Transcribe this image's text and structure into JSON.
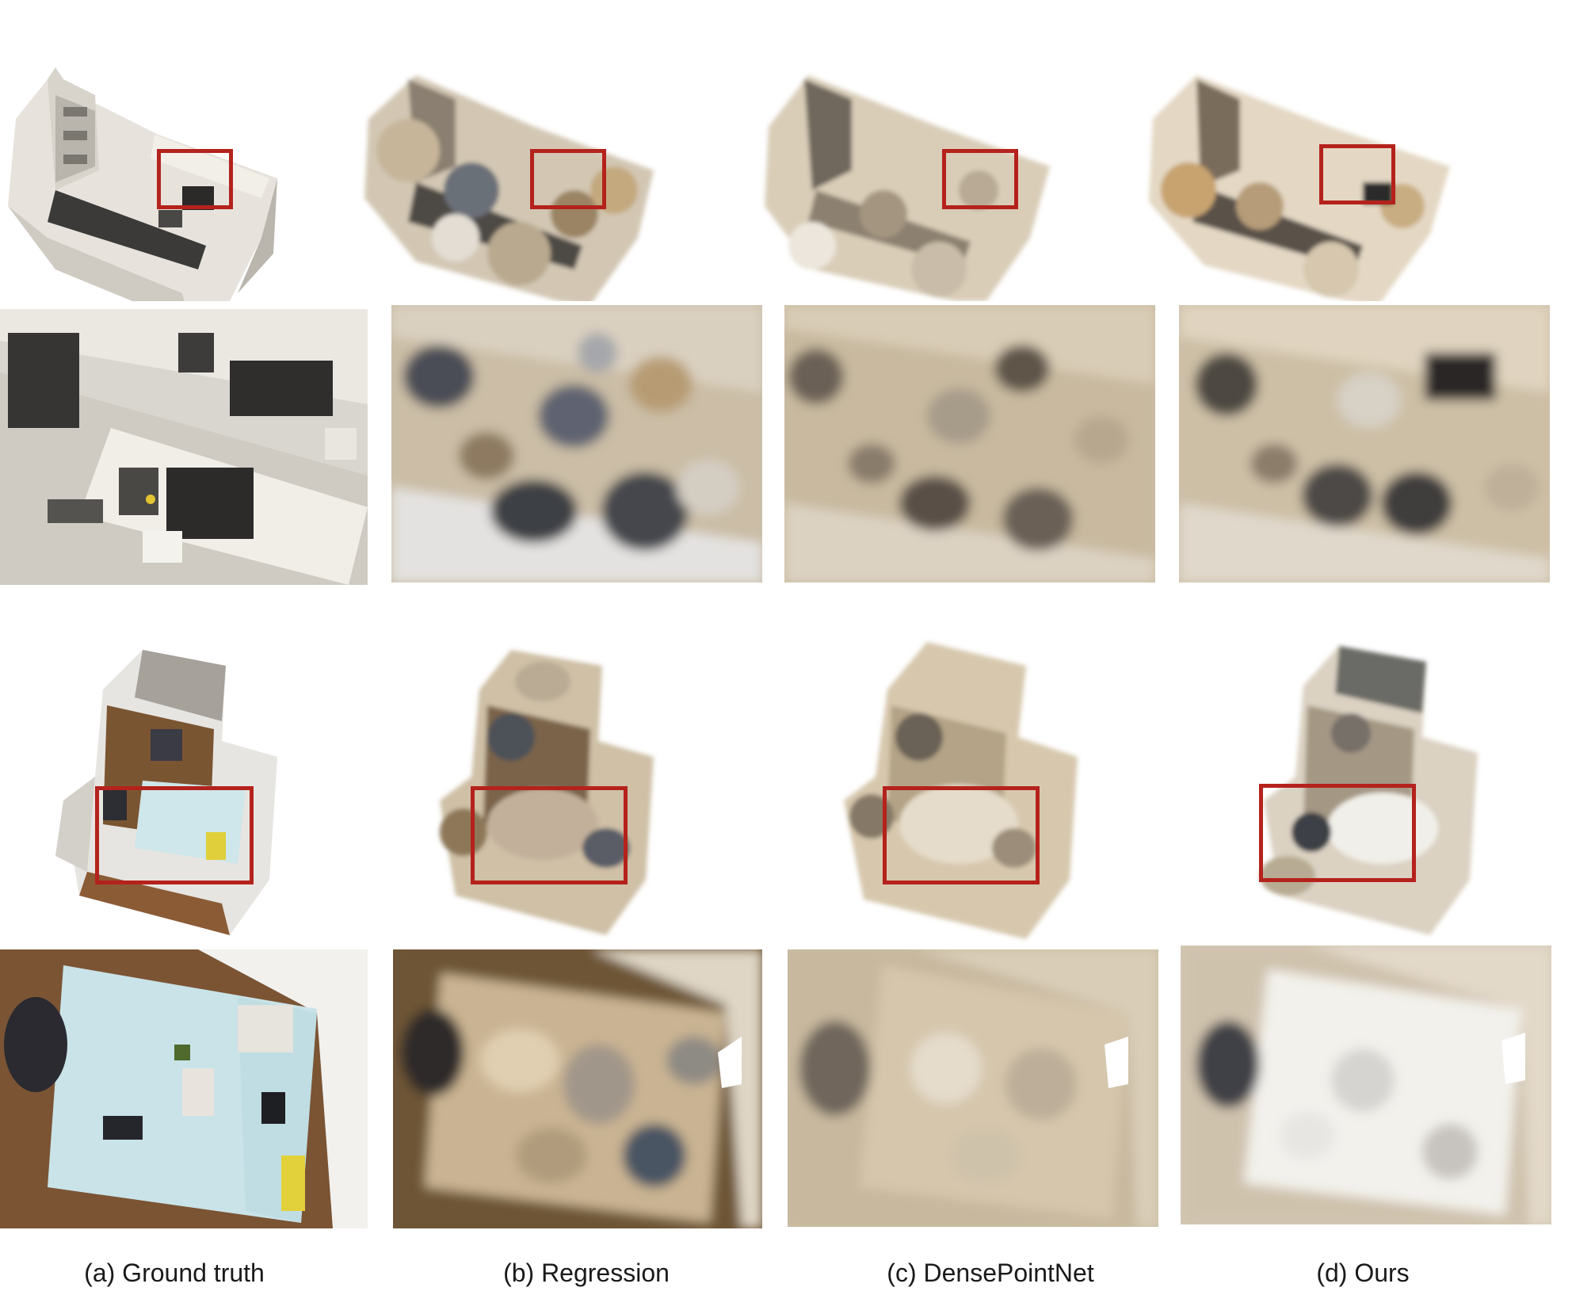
{
  "figure": {
    "columns": [
      {
        "caption": "(a) Ground truth"
      },
      {
        "caption": "(b) Regression"
      },
      {
        "caption": "(c) DensePointNet"
      },
      {
        "caption": "(d) Ours"
      }
    ],
    "highlight_color": "#b5221c"
  }
}
